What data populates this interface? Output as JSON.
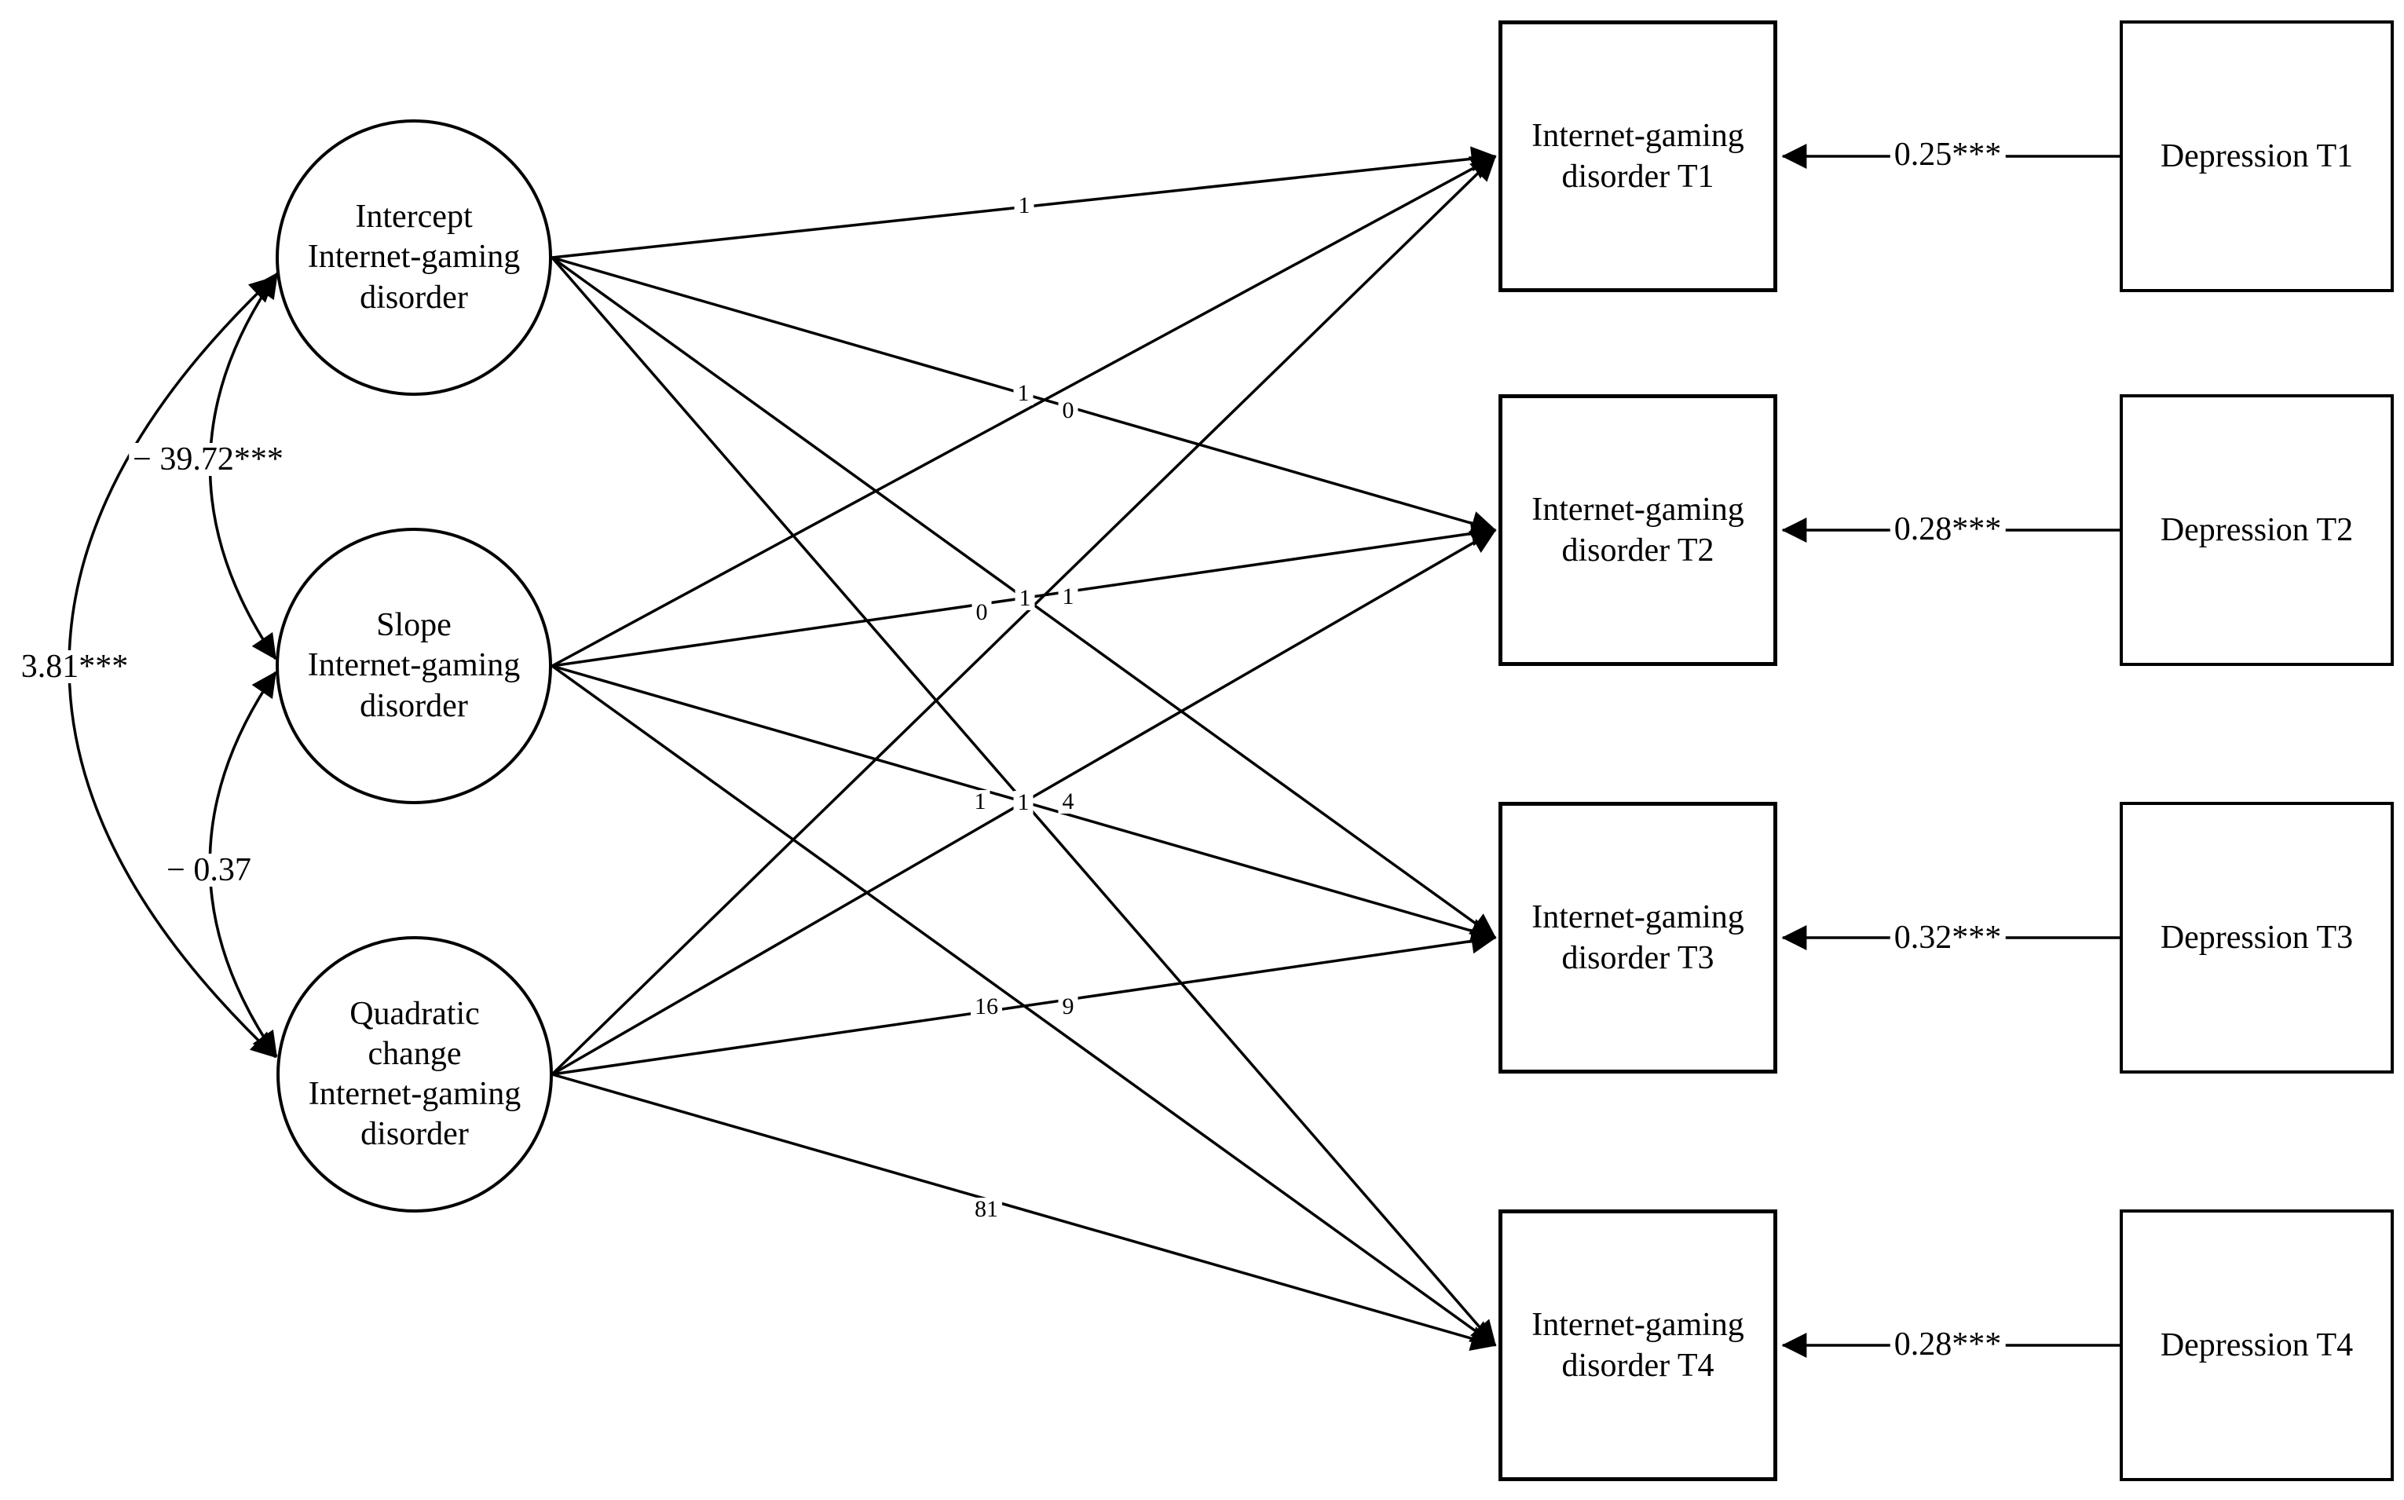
{
  "latents": [
    {
      "label": "Intercept\nInternet-gaming\ndisorder"
    },
    {
      "label": "Slope\nInternet-gaming\ndisorder"
    },
    {
      "label": "Quadratic\nchange\nInternet-gaming\ndisorder"
    }
  ],
  "indicators": [
    {
      "label": "Internet-gaming\ndisorder T1"
    },
    {
      "label": "Internet-gaming\ndisorder T2"
    },
    {
      "label": "Internet-gaming\ndisorder T3"
    },
    {
      "label": "Internet-gaming\ndisorder T4"
    }
  ],
  "predictors": [
    {
      "label": "Depression T1",
      "coefficient": "0.25***"
    },
    {
      "label": "Depression T2",
      "coefficient": "0.28***"
    },
    {
      "label": "Depression T3",
      "coefficient": "0.32***"
    },
    {
      "label": "Depression T4",
      "coefficient": "0.28***"
    }
  ],
  "covariances": [
    {
      "pair": "intercept-slope",
      "value": "− 39.72***"
    },
    {
      "pair": "intercept-quadratic",
      "value": "3.81***"
    },
    {
      "pair": "slope-quadratic",
      "value": "− 0.37"
    }
  ],
  "loadings": {
    "intercept": [
      "1",
      "1",
      "1",
      "1"
    ],
    "slope": [
      "0",
      "1",
      "4",
      "9"
    ],
    "quadratic": [
      "0",
      "1",
      "16",
      "81"
    ]
  },
  "colors": {
    "line": "#000000",
    "background": "#ffffff"
  }
}
